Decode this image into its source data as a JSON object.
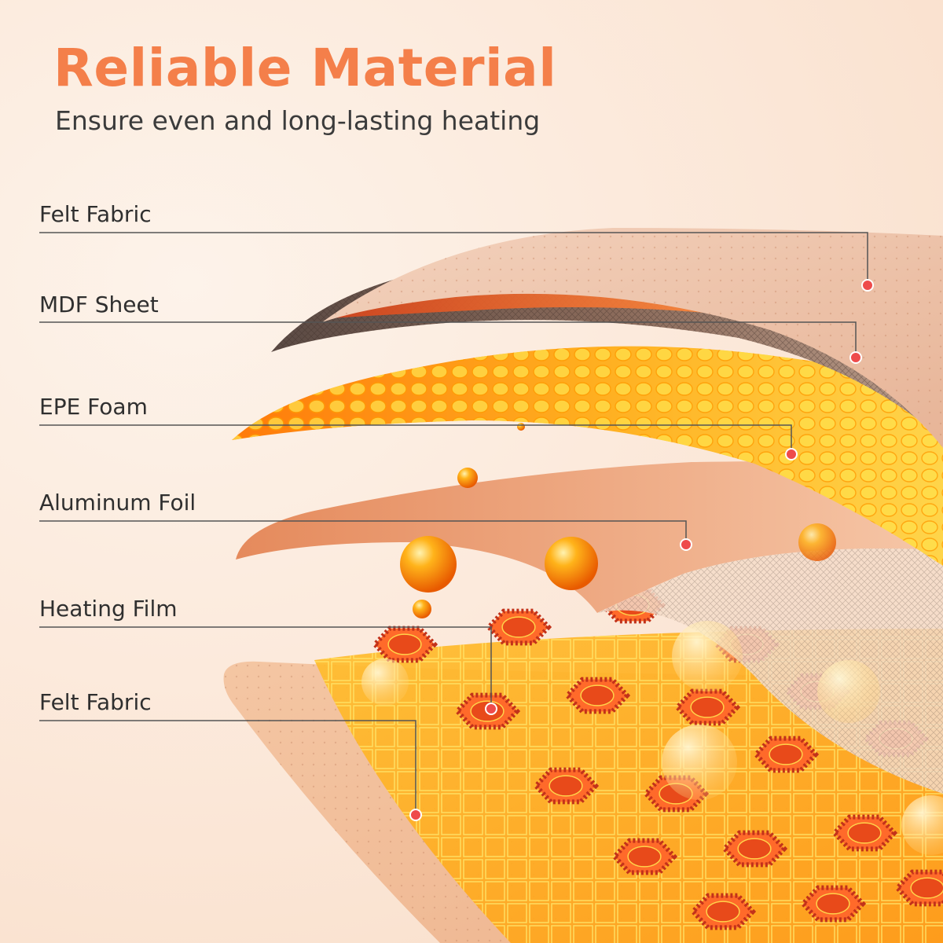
{
  "header": {
    "title": "Reliable Material",
    "subtitle": "Ensure even and long-lasting heating"
  },
  "layers": [
    {
      "label": "Felt Fabric"
    },
    {
      "label": "MDF Sheet"
    },
    {
      "label": "EPE Foam"
    },
    {
      "label": "Aluminum Foil"
    },
    {
      "label": "Heating Film"
    },
    {
      "label": "Felt Fabric"
    }
  ],
  "colors": {
    "accent": "#f47f4a",
    "marker": "#ee4b4b",
    "glow": "#ff8a00",
    "heat_yellow": "#ffd21a"
  }
}
